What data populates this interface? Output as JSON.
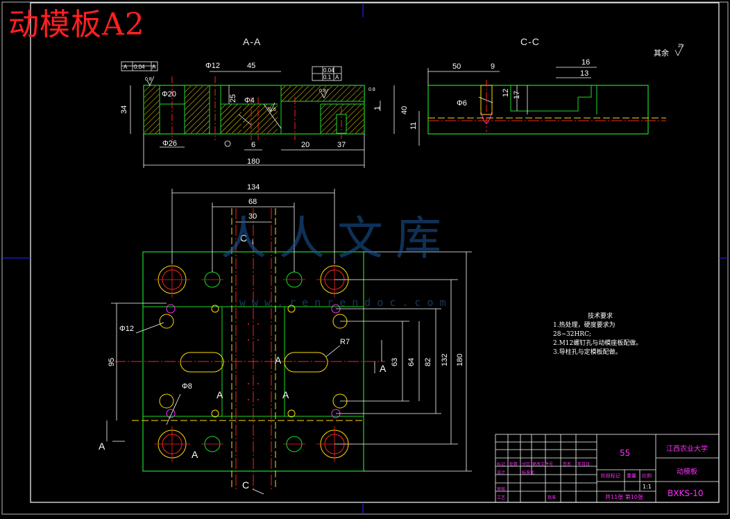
{
  "drawing": {
    "title": "动模板A2",
    "section_aa": "A-A",
    "section_cc": "C-C",
    "surface_note": "其余",
    "roughness": "25",
    "tolerances": {
      "flatness_box": "0.04",
      "datum_box": "A",
      "parallel_value": "0.04",
      "parallel_value2": "0.1",
      "parallel_datum": "A"
    }
  },
  "dims_aa": {
    "d12": "Φ12",
    "w45": "45",
    "d20": "Φ20",
    "h34": "34",
    "h25": "25",
    "d4": "Φ4",
    "d26": "Φ26",
    "w6": "6",
    "w20": "20",
    "w37": "37",
    "w180": "180",
    "h1": "1",
    "h40": "40",
    "r08a": "0.8",
    "r08b": "0.8",
    "r16": "1.6",
    "r08c": "0.8"
  },
  "dims_cc": {
    "w50": "50",
    "w9": "9",
    "w16": "16",
    "w13": "13",
    "d6": "Φ6",
    "h12": "12",
    "h17": "17",
    "h11": "11"
  },
  "dims_plan": {
    "w134": "134",
    "w68": "68",
    "w30": "30",
    "d12": "Φ12",
    "h95": "95",
    "r7": "R7",
    "d8": "Φ8",
    "h63": "63",
    "h64": "64",
    "h82": "82",
    "h132": "132",
    "h180": "180",
    "sec_c": "C",
    "sec_a": "A"
  },
  "tech_requirements": {
    "heading": "技术要求",
    "lines": [
      "1.热处理，硬度要求为",
      "28~32HRC;",
      "2.M12螺钉孔与动模座板配做。",
      "3.导柱孔与定模板配做。"
    ]
  },
  "title_block": {
    "code": "55",
    "school": "江西农业大学",
    "part_name": "动模板",
    "drawing_no": "BXKS-10",
    "scale": "1:1",
    "sheet": "共11张 第10张",
    "headers": [
      "标记",
      "处数",
      "分区",
      "更改文件号",
      "签名",
      "年月日"
    ],
    "row_labels": [
      "设计",
      "标准化",
      "审核",
      "工艺",
      "批准"
    ],
    "stage_mark": "阶段标记",
    "weight": "重量",
    "ratio": "比例"
  },
  "watermark": {
    "text": "人人文库",
    "url": "www.renrendoc.com"
  },
  "colors": {
    "frame": "#ffffff",
    "outline": "#1cdc2a",
    "dimension": "#ffffff",
    "center": "#ff2020",
    "hidden": "#ffe000",
    "hatch": "#ffe000",
    "magenta": "#ff30ff",
    "blue_line": "#2a2aff"
  }
}
